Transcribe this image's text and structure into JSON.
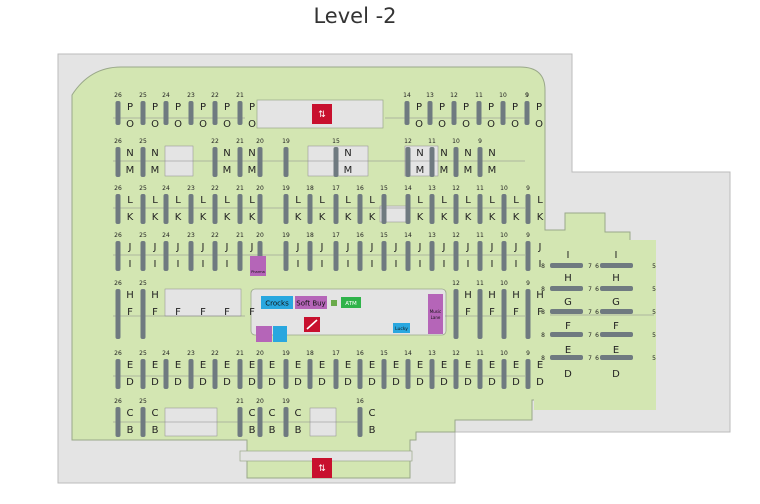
{
  "title": "Level -2",
  "colors": {
    "building": "#e4e4e4",
    "parking": "#d3e6b2",
    "outline": "#b8b8b8",
    "post": "#6f7a80",
    "lift": "#c8102e",
    "store_blue": "#29a7df",
    "store_purple": "#b565b8",
    "store_green": "#2fb34a"
  },
  "stores": {
    "crocks": "Crocks",
    "soft_buy": "Soft Buy",
    "atm": "ATM",
    "lucky": "Lucky",
    "music_lane": "Music Lane",
    "pharma": "Pharma"
  },
  "top_block": {
    "row_p": {
      "numbers": [
        "26",
        "25",
        "24",
        "23",
        "22",
        "21",
        "",
        "14",
        "13",
        "12",
        "11",
        "10",
        "9"
      ],
      "top": [
        "P",
        "P",
        "P",
        "P",
        "P",
        "P",
        "",
        "P",
        "P",
        "P",
        "P",
        "P",
        "P"
      ],
      "bottom": [
        "O",
        "O",
        "O",
        "O",
        "O",
        "O",
        "",
        "O",
        "O",
        "O",
        "O",
        "O",
        "O"
      ]
    }
  },
  "rows": [
    {
      "id": "N",
      "numbers": [
        "26",
        "25",
        "",
        "",
        "22",
        "21",
        "20",
        "19",
        "",
        "15",
        "",
        "",
        "12",
        "11",
        "10",
        "9"
      ],
      "top": [
        "N",
        "N",
        "",
        "",
        "N",
        "N",
        "",
        "",
        "",
        "N",
        "",
        "",
        "N",
        "N",
        "N",
        "N"
      ],
      "bottom": [
        "M",
        "M",
        "",
        "",
        "M",
        "M",
        "",
        "",
        "",
        "M",
        "",
        "",
        "M",
        "M",
        "M",
        "M"
      ]
    },
    {
      "id": "L",
      "numbers": [
        "26",
        "25",
        "24",
        "23",
        "22",
        "21",
        "20",
        "19",
        "18",
        "17",
        "16",
        "15",
        "14",
        "13",
        "12",
        "11",
        "10",
        "9"
      ],
      "top": [
        "L",
        "L",
        "L",
        "L",
        "L",
        "L",
        "",
        "L",
        "L",
        "L",
        "L",
        "",
        "L",
        "L",
        "L",
        "L",
        "L",
        "L"
      ],
      "bottom": [
        "K",
        "K",
        "K",
        "K",
        "K",
        "K",
        "",
        "K",
        "K",
        "K",
        "K",
        "",
        "K",
        "K",
        "K",
        "K",
        "K",
        "K"
      ]
    },
    {
      "id": "J",
      "numbers": [
        "26",
        "25",
        "24",
        "23",
        "22",
        "21",
        "20",
        "19",
        "18",
        "17",
        "16",
        "15",
        "14",
        "13",
        "12",
        "11",
        "10",
        "9"
      ],
      "top": [
        "J",
        "J",
        "J",
        "J",
        "J",
        "J",
        "",
        "J",
        "J",
        "J",
        "J",
        "J",
        "J",
        "J",
        "J",
        "J",
        "J",
        "J"
      ],
      "bottom": [
        "I",
        "I",
        "I",
        "I",
        "I",
        "I",
        "",
        "I",
        "I",
        "I",
        "I",
        "I",
        "I",
        "I",
        "I",
        "I",
        "I",
        "I"
      ]
    },
    {
      "id": "H",
      "numbers": [
        "26",
        "25",
        "",
        "",
        "",
        "",
        "",
        "",
        "",
        "",
        "",
        "",
        "",
        "",
        "12",
        "11",
        "10",
        "9"
      ],
      "top": [
        "H",
        "H",
        "",
        "",
        "",
        "",
        "",
        "",
        "",
        "",
        "",
        "",
        "",
        "",
        "H",
        "H",
        "H",
        "H"
      ],
      "bottom": [
        "F",
        "F",
        "F",
        "F",
        "F",
        "F",
        "",
        "",
        "",
        "",
        "",
        "",
        "",
        "",
        "F",
        "F",
        "F",
        "F"
      ]
    },
    {
      "id": "E",
      "numbers": [
        "26",
        "25",
        "24",
        "23",
        "22",
        "21",
        "20",
        "19",
        "18",
        "17",
        "16",
        "15",
        "14",
        "13",
        "12",
        "11",
        "10",
        "9"
      ],
      "top": [
        "E",
        "E",
        "E",
        "E",
        "E",
        "E",
        "E",
        "E",
        "E",
        "E",
        "E",
        "E",
        "E",
        "E",
        "E",
        "E",
        "E",
        "E"
      ],
      "bottom": [
        "D",
        "D",
        "D",
        "D",
        "D",
        "D",
        "D",
        "D",
        "D",
        "D",
        "D",
        "D",
        "D",
        "D",
        "D",
        "D",
        "D",
        "D"
      ]
    },
    {
      "id": "C",
      "numbers": [
        "26",
        "25",
        "",
        "",
        "",
        "21",
        "20",
        "19",
        "",
        "",
        "16"
      ],
      "top": [
        "C",
        "C",
        "",
        "",
        "",
        "C",
        "C",
        "C",
        "",
        "",
        "C"
      ],
      "bottom": [
        "B",
        "B",
        "",
        "",
        "",
        "B",
        "B",
        "B",
        "",
        "",
        "B"
      ]
    }
  ],
  "side_block": {
    "columns": [
      {
        "top": "I",
        "letters": [
          "H",
          "G",
          "F",
          "E",
          "D"
        ]
      },
      {
        "top": "I",
        "letters": [
          "H",
          "G",
          "F",
          "E",
          "D"
        ]
      }
    ],
    "numbers_left": [
      "8",
      "8",
      "8",
      "8",
      "8"
    ],
    "numbers_mid": [
      "7",
      "6"
    ],
    "numbers_right": [
      "5",
      "5",
      "5",
      "5",
      "5"
    ]
  }
}
